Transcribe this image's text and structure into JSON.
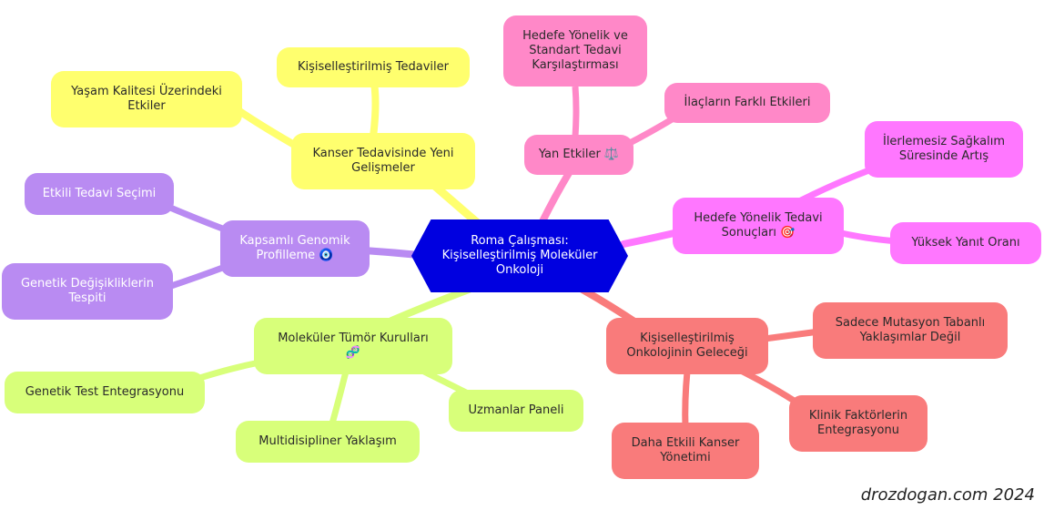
{
  "center": {
    "label": "Roma Çalışması:\nKişiselleştirilmiş Moleküler\nOnkoloji"
  },
  "branches": {
    "kanser_tedavisi": {
      "label": "Kanser Tedavisinde Yeni\nGelişmeler",
      "color": "#ffff6e"
    },
    "kisisel_tedaviler": {
      "label": "Kişiselleştirilmiş Tedaviler"
    },
    "yasam_kalitesi": {
      "label": "Yaşam Kalitesi Üzerindeki\nEtkiler"
    },
    "yan_etkiler": {
      "label": "Yan Etkiler ⚖️",
      "color": "#ff88c8"
    },
    "standart_karsilastirma": {
      "label": "Hedefe Yönelik ve\nStandart Tedavi\nKarşılaştırması"
    },
    "ilac_etkileri": {
      "label": "İlaçların Farklı Etkileri"
    },
    "hedefe_sonuclar": {
      "label": "Hedefe Yönelik Tedavi\nSonuçları 🎯",
      "color": "#ff77ff"
    },
    "sagkalim": {
      "label": "İlerlemesiz Sağkalım\nSüresinde Artış"
    },
    "yanit_orani": {
      "label": "Yüksek Yanıt Oranı"
    },
    "gelecek": {
      "label": "Kişiselleştirilmiş\nOnkolojinin Geleceği",
      "color": "#f97b7b"
    },
    "mutasyon": {
      "label": "Sadece Mutasyon Tabanlı\nYaklaşımlar Değil"
    },
    "klinik": {
      "label": "Klinik Faktörlerin\nEntegrasyonu"
    },
    "etkili_yonetim": {
      "label": "Daha Etkili Kanser\nYönetimi"
    },
    "kurullar": {
      "label": "Moleküler Tümör Kurulları\n🧬",
      "color": "#d8ff7a"
    },
    "genetik_test": {
      "label": "Genetik Test Entegrasyonu"
    },
    "multidisipliner": {
      "label": "Multidisipliner Yaklaşım"
    },
    "uzmanlar": {
      "label": "Uzmanlar Paneli"
    },
    "genomik": {
      "label": "Kapsamlı Genomik\nProfilleme 🧿",
      "color": "#b98bf2"
    },
    "tedavi_secimi": {
      "label": "Etkili Tedavi Seçimi"
    },
    "genetik_degisiklik": {
      "label": "Genetik Değişikliklerin\nTespiti"
    }
  },
  "watermark": "drozdogan.com 2024"
}
